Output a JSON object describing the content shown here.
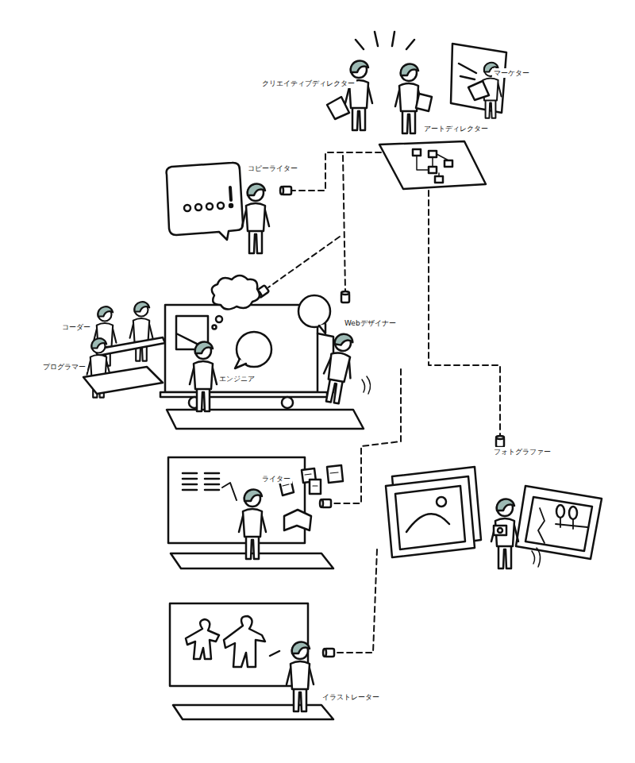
{
  "diagram": {
    "labels": [
      "クリエイティブディレクター",
      "マーケター",
      "アートディレクター",
      "コピーライター",
      "コーダー",
      "Webデザイナー",
      "プログラマー",
      "エンジニア",
      "ライター",
      "フォトグラファー",
      "イラストレーター"
    ]
  }
}
